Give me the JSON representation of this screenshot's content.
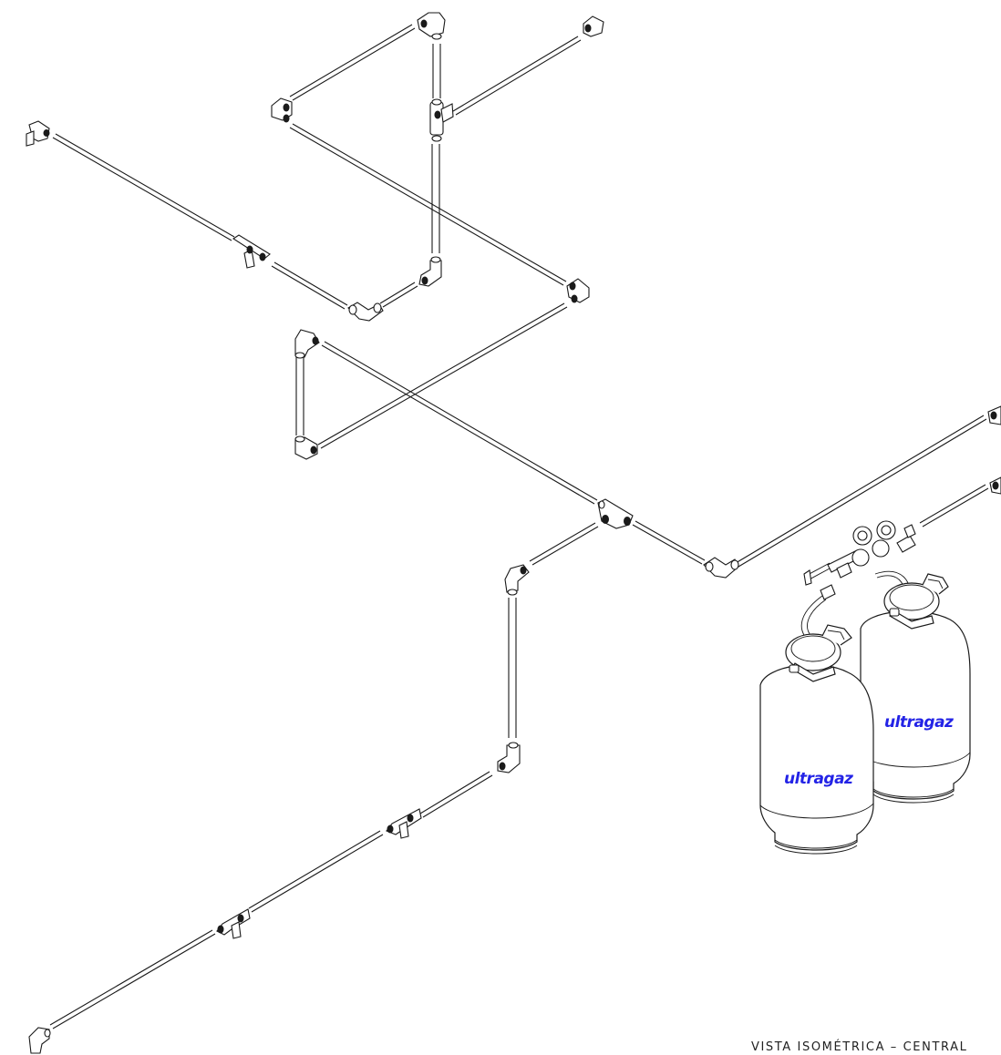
{
  "drawing": {
    "caption": "VISTA ISOMÉTRICA – CENTRAL",
    "brand_color": "#2323e6",
    "line_color": "#1a1a1a",
    "background": "#ffffff"
  },
  "cylinders": [
    {
      "brand_label": "ultragaz"
    },
    {
      "brand_label": "ultragaz"
    }
  ]
}
